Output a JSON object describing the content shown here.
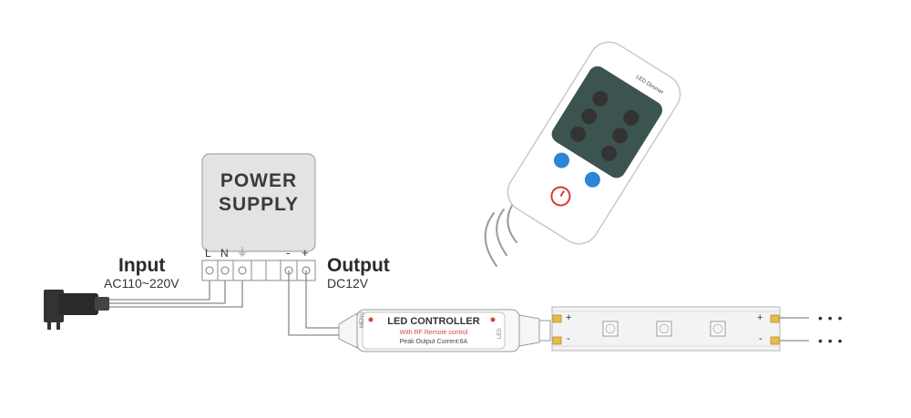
{
  "power_supply": {
    "title_line1": "POWER",
    "title_line2": "SUPPLY",
    "terminals": {
      "l": "L",
      "n": "N",
      "ground": "⏚",
      "minus": "-",
      "plus": "+"
    }
  },
  "input": {
    "label": "Input",
    "spec": "AC110~220V"
  },
  "output": {
    "label": "Output",
    "spec": "DC12V"
  },
  "controller": {
    "title": "LED CONTROLLER",
    "subtitle": "With RF Remote control",
    "current": "Peak Output Current:6A",
    "left_side": "MENU",
    "right_side": "LED"
  },
  "strip": {
    "plus_left": "+",
    "minus_left": "-",
    "plus_right": "+",
    "minus_right": "-",
    "continuation": "• • •"
  },
  "remote": {
    "brand": "LED Dimmer"
  },
  "colors": {
    "line": "#777777",
    "box_fill": "#e3e3e3",
    "remote_screen": "#3c5450",
    "remote_button": "#333333",
    "remote_blue": "#2b86d6",
    "remote_power": "#d83a3a",
    "terminal_yellow": "#e6bd4a",
    "subtitle_red": "#d24a3a"
  }
}
